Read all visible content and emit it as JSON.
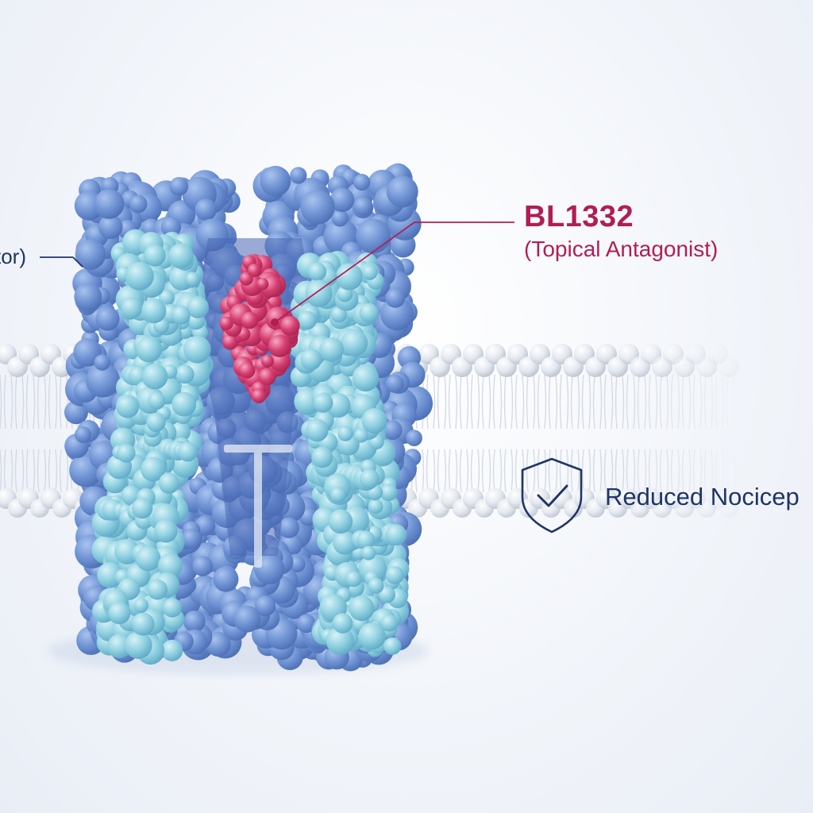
{
  "receptor": {
    "partial_label": "tor)"
  },
  "antagonist": {
    "name": "BL1332",
    "description": "(Topical Antagonist)"
  },
  "effect": {
    "label": "Reduced Nocicep"
  },
  "colors": {
    "accent": "#b01e55",
    "text_navy": "#1f3568",
    "protein_blue": "#6f93d3",
    "protein_cyan": "#8fd0e0",
    "ligand_pink": "#d63f72"
  },
  "icons": {
    "effect_icon": "shield-check-icon"
  }
}
